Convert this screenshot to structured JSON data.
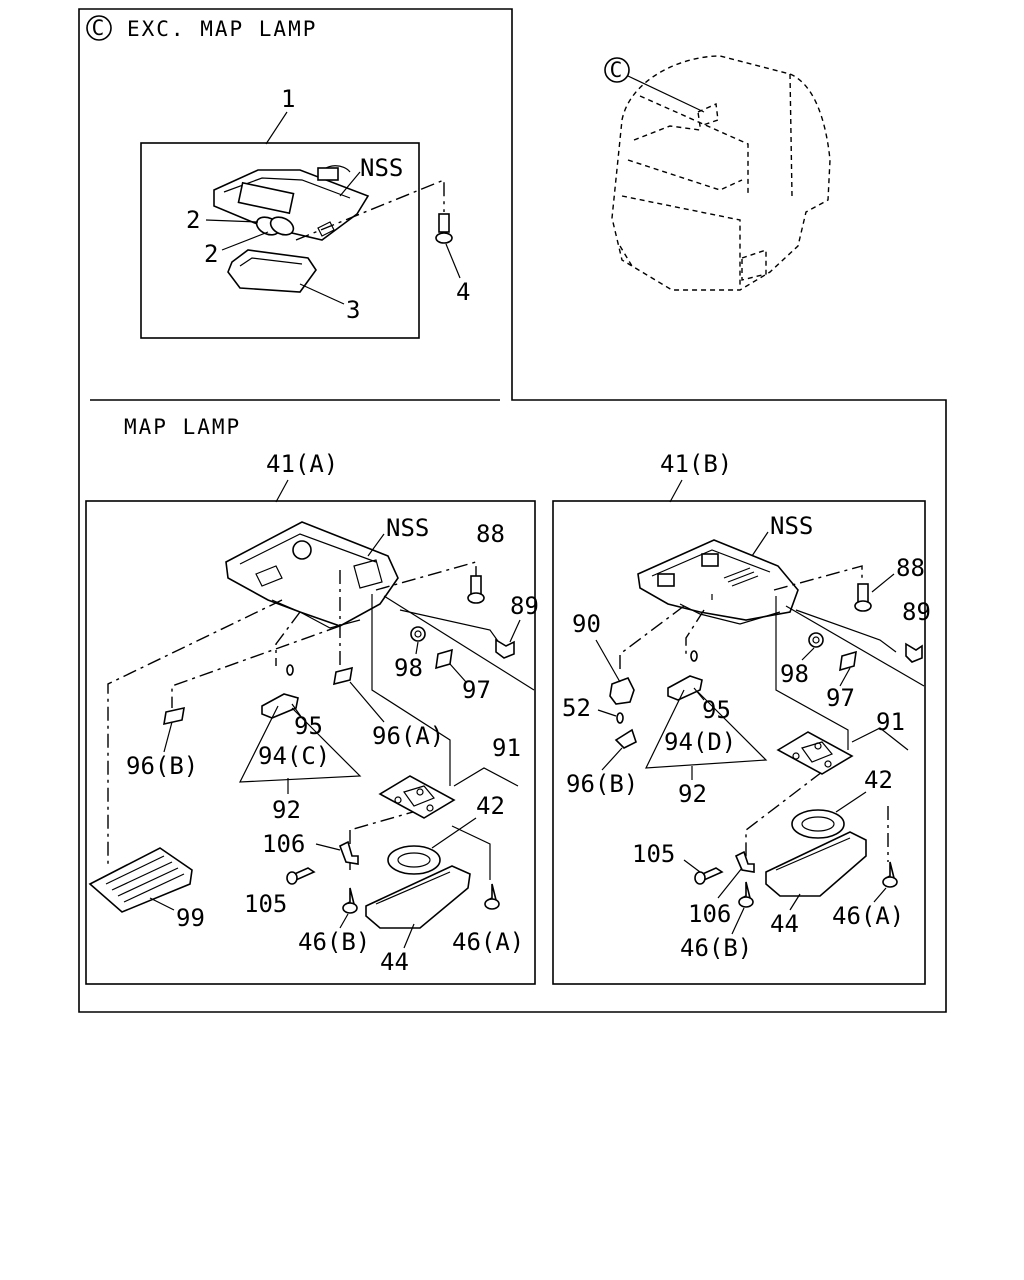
{
  "top_section": {
    "circle_letter": "C",
    "title": "EXC. MAP LAMP",
    "labels": {
      "p1": "1",
      "p2a": "2",
      "p2b": "2",
      "p3": "3",
      "p4": "4",
      "nss": "NSS"
    }
  },
  "cab": {
    "circle_letter": "C"
  },
  "map_lamp_section": {
    "title": "MAP LAMP"
  },
  "panel_a": {
    "title": "41(A)",
    "labels": {
      "nss": "NSS",
      "p88": "88",
      "p89": "89",
      "p98": "98",
      "p97": "97",
      "p96a": "96(A)",
      "p95": "95",
      "p94c": "94(C)",
      "p96b": "96(B)",
      "p92": "92",
      "p91": "91",
      "p42": "42",
      "p106": "106",
      "p105": "105",
      "p99": "99",
      "p46b": "46(B)",
      "p46a": "46(A)",
      "p44": "44"
    }
  },
  "panel_b": {
    "title": "41(B)",
    "labels": {
      "nss": "NSS",
      "p88": "88",
      "p89": "89",
      "p90": "90",
      "p98": "98",
      "p97": "97",
      "p52": "52",
      "p95": "95",
      "p94d": "94(D)",
      "p96b": "96(B)",
      "p92": "92",
      "p91": "91",
      "p42": "42",
      "p105": "105",
      "p106": "106",
      "p46a": "46(A)",
      "p44": "44",
      "p46b": "46(B)"
    }
  }
}
